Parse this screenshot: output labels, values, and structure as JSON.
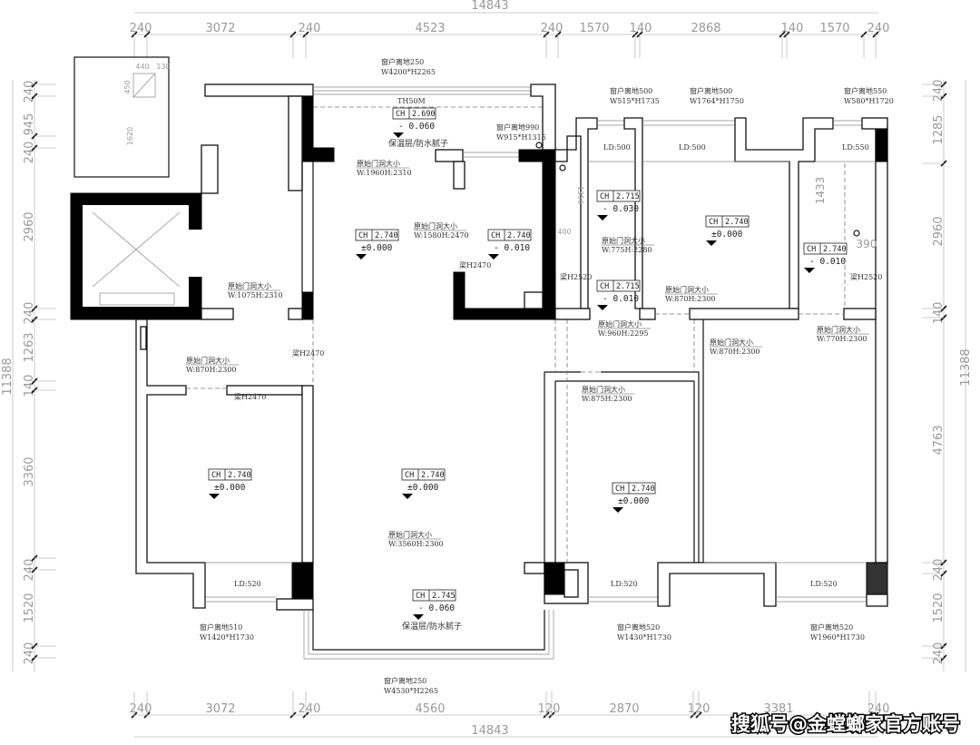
{
  "dimensions": {
    "top_total": "14843",
    "top": [
      "240",
      "3072",
      "240",
      "4523",
      "240",
      "1570",
      "140",
      "2868",
      "140",
      "1570",
      "240"
    ],
    "bottom_total": "14843",
    "bottom": [
      "240",
      "3072",
      "240",
      "4560",
      "120",
      "2870",
      "120",
      "3381",
      "240"
    ],
    "left_total": "11388",
    "left": [
      "240",
      "945",
      "240",
      "2960",
      "240",
      "1263",
      "140",
      "3360",
      "240",
      "1520",
      "240"
    ],
    "right_total": "11388",
    "right": [
      "240",
      "1285",
      "2960",
      "140",
      "4763",
      "240",
      "1520",
      "240"
    ],
    "local": [
      "440",
      "130",
      "450",
      "1620",
      "1356",
      "400",
      "1433",
      "390"
    ]
  },
  "ceiling_marks": [
    {
      "ch": "CH",
      "height": "2.690",
      "level": "- 0.060"
    },
    {
      "ch": "CH",
      "height": "2.740",
      "level": "±0.000"
    },
    {
      "ch": "CH",
      "height": "2.740",
      "level": "- 0.010"
    },
    {
      "ch": "CH",
      "height": "2.715",
      "level": "- 0.030"
    },
    {
      "ch": "CH",
      "height": "2.715",
      "level": "- 0.010"
    },
    {
      "ch": "CH",
      "height": "2.740",
      "level": "±0.000"
    },
    {
      "ch": "CH",
      "height": "2.740",
      "level": "- 0.010"
    },
    {
      "ch": "CH",
      "height": "2.740",
      "level": "±0.000"
    },
    {
      "ch": "CH",
      "height": "2.740",
      "level": "±0.000"
    },
    {
      "ch": "CH",
      "height": "2.740",
      "level": "±0.000"
    },
    {
      "ch": "CH",
      "height": "2.745",
      "level": "- 0.060"
    }
  ],
  "finish_notes": [
    "保温层/防水腻子",
    "保温层/防水腻子"
  ],
  "door_openings": [
    {
      "label": "原始门洞大小",
      "size": "W:1960H:2310"
    },
    {
      "label": "原始门洞大小",
      "size": "W:1580H:2470"
    },
    {
      "label": "原始门洞大小",
      "size": "W:1075H:2310"
    },
    {
      "label": "原始门洞大小",
      "size": "W:870H:2300"
    },
    {
      "label": "原始门洞大小",
      "size": "W:775H:2280"
    },
    {
      "label": "原始门洞大小",
      "size": "W:870H:2300"
    },
    {
      "label": "原始门洞大小",
      "size": "W:960H:2295"
    },
    {
      "label": "原始门洞大小",
      "size": "W:870H:2300"
    },
    {
      "label": "原始门洞大小",
      "size": "W:770H:2300"
    },
    {
      "label": "原始门洞大小",
      "size": "W:875H:2300"
    },
    {
      "label": "原始门洞大小",
      "size": "W:3560H:2300"
    }
  ],
  "beams": [
    "梁H2470",
    "梁H2470",
    "梁H2470",
    "梁H2520",
    "梁H2520"
  ],
  "windows": [
    {
      "sill": "窗户离地250",
      "size": "W4200*H2265"
    },
    {
      "sill": "窗户离地990",
      "size": "W915*H1315"
    },
    {
      "sill": "窗户离地500",
      "size": "W515*H1735"
    },
    {
      "sill": "窗户离地500",
      "size": "W1764*H1750"
    },
    {
      "sill": "窗户离地550",
      "size": "W580*H1720"
    },
    {
      "sill": "窗户离地510",
      "size": "W1420*H1730"
    },
    {
      "sill": "窗户离地250",
      "size": "W4530*H2265"
    },
    {
      "sill": "窗户离地520",
      "size": "W1430*H1730"
    },
    {
      "sill": "窗户离地520",
      "size": "W1960*H1730"
    }
  ],
  "ld_labels": [
    "LD:500",
    "LD:500",
    "LD:550",
    "LD:520",
    "LD:520",
    "LD:520"
  ],
  "misc": {
    "top_label": "TH50M"
  },
  "watermark": "搜狐号@金螳螂家官方账号"
}
